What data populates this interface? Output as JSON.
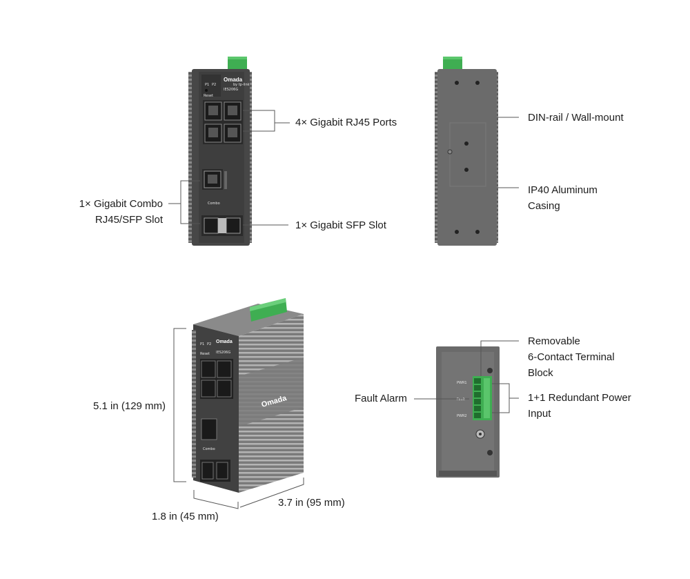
{
  "brand": {
    "logo_text": "Omada",
    "sub_text": "by tp-link",
    "model": "IES206G"
  },
  "panel_labels": {
    "reset": "Reset",
    "p1": "P1",
    "p2": "P2",
    "combo": "Combo",
    "pwr1": "PWR1",
    "fault": "Fault",
    "pwr2": "PWR2"
  },
  "callouts": {
    "rj45_ports": "4× Gigabit RJ45 Ports",
    "combo_line1": "1× Gigabit Combo",
    "combo_line2": "RJ45/SFP Slot",
    "sfp_slot": "1× Gigabit SFP Slot",
    "din_rail": "DIN-rail / Wall-mount",
    "casing_line1": "IP40 Aluminum",
    "casing_line2": "Casing",
    "terminal_line1": "Removable",
    "terminal_line2": "6-Contact Terminal",
    "terminal_line3": "Block",
    "fault_alarm": "Fault Alarm",
    "power_line1": "1+1 Redundant Power",
    "power_line2": "Input"
  },
  "dimensions": {
    "height": "5.1 in (129 mm)",
    "depth": "3.7 in (95 mm)",
    "width": "1.8 in (45 mm)"
  },
  "colors": {
    "body_dark": "#4a4a4a",
    "body_mid": "#6f6f6f",
    "fin_light": "#9a9a9a",
    "terminal_green": "#3fae52",
    "line": "#555555"
  }
}
